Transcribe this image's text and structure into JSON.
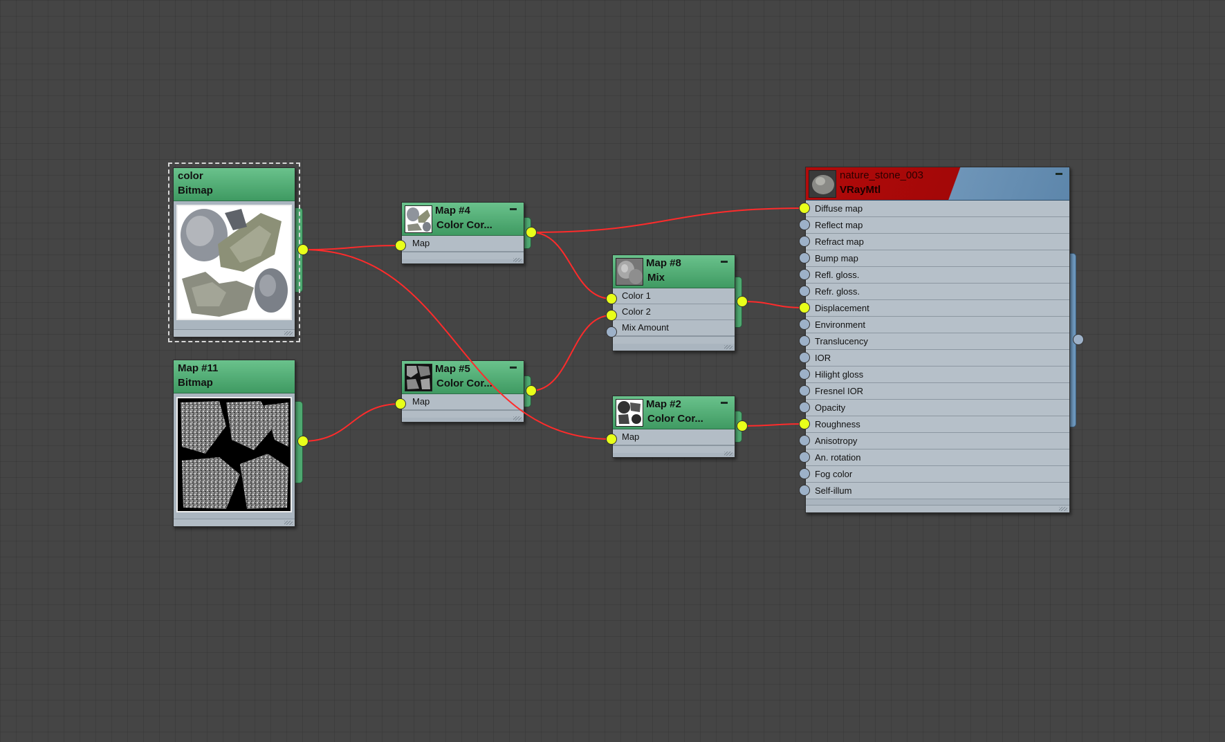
{
  "nodes": {
    "color_bitmap": {
      "name": "color",
      "type": "Bitmap"
    },
    "map11": {
      "name": "Map #11",
      "type": "Bitmap"
    },
    "map4": {
      "name": "Map #4",
      "type": "Color Cor...",
      "inputs": [
        "Map"
      ]
    },
    "map5": {
      "name": "Map #5",
      "type": "Color Cor...",
      "inputs": [
        "Map"
      ]
    },
    "map8": {
      "name": "Map #8",
      "type": "Mix",
      "inputs": [
        "Color 1",
        "Color 2",
        "Mix Amount"
      ]
    },
    "map2": {
      "name": "Map #2",
      "type": "Color Cor...",
      "inputs": [
        "Map"
      ]
    },
    "material": {
      "name": "nature_stone_003",
      "type": "VRayMtl",
      "slots": [
        "Diffuse map",
        "Reflect map",
        "Refract map",
        "Bump map",
        "Refl. gloss.",
        "Refr. gloss.",
        "Displacement",
        "Environment",
        "Translucency",
        "IOR",
        "Hilight gloss",
        "Fresnel IOR",
        "Opacity",
        "Roughness",
        "Anisotropy",
        "An. rotation",
        "Fog color",
        "Self-illum"
      ]
    }
  },
  "connections": [
    {
      "from": "color_bitmap",
      "to": "map4.Map"
    },
    {
      "from": "color_bitmap",
      "to": "map2.Map"
    },
    {
      "from": "map11",
      "to": "map5.Map"
    },
    {
      "from": "map4",
      "to": "material.Diffuse map"
    },
    {
      "from": "map4",
      "to": "map8.Color 1"
    },
    {
      "from": "map5",
      "to": "map8.Color 2"
    },
    {
      "from": "map8",
      "to": "material.Displacement"
    },
    {
      "from": "map2",
      "to": "material.Roughness"
    }
  ],
  "colors": {
    "wire": "#ff2b2b",
    "socket_active": "#e8ff1a",
    "socket_idle": "#9db1c8",
    "map_header": "#4ea870",
    "material_header": "#a30808"
  },
  "icons": {
    "socket": "circle",
    "collapse": "minus-icon"
  }
}
